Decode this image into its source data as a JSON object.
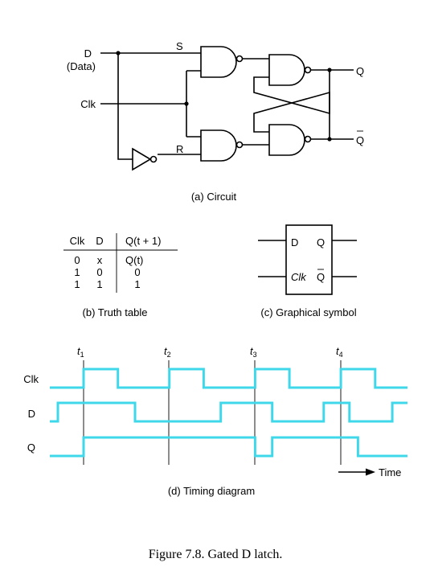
{
  "circuit": {
    "input_d": "D",
    "input_d_sub": "(Data)",
    "input_clk": "Clk",
    "node_s": "S",
    "node_r": "R",
    "output_q": "Q",
    "output_qbar": "Q",
    "caption": "(a) Circuit"
  },
  "truth_table": {
    "headers": [
      "Clk",
      "D",
      "Q(t + 1)"
    ],
    "rows": [
      [
        "0",
        "x",
        "Q(t)"
      ],
      [
        "1",
        "0",
        "0"
      ],
      [
        "1",
        "1",
        "1"
      ]
    ],
    "caption": "(b) Truth table"
  },
  "symbol": {
    "d_label": "D",
    "q_label": "Q",
    "clk_label": "Clk",
    "qbar_label": "Q",
    "caption": "(c) Graphical symbol"
  },
  "timing": {
    "time_marks": [
      {
        "base": "t",
        "sub": "1"
      },
      {
        "base": "t",
        "sub": "2"
      },
      {
        "base": "t",
        "sub": "3"
      },
      {
        "base": "t",
        "sub": "4"
      }
    ],
    "signals": [
      {
        "name": "Clk",
        "initial": 0,
        "transitions": [
          1,
          1.4,
          2,
          2.4,
          3,
          3.4,
          4,
          4.4
        ]
      },
      {
        "name": "D",
        "initial": 0,
        "transitions": [
          0.7,
          1.6,
          2.6,
          3.2,
          3.8,
          4.1,
          4.6
        ]
      },
      {
        "name": "Q",
        "initial": 0,
        "transitions": [
          1,
          3,
          3.2,
          4.2
        ]
      }
    ],
    "axis_label": "Time",
    "caption": "(d) Timing diagram",
    "wave_color": "#3fd8ea"
  },
  "figure_caption": "Figure 7.8.   Gated D latch."
}
